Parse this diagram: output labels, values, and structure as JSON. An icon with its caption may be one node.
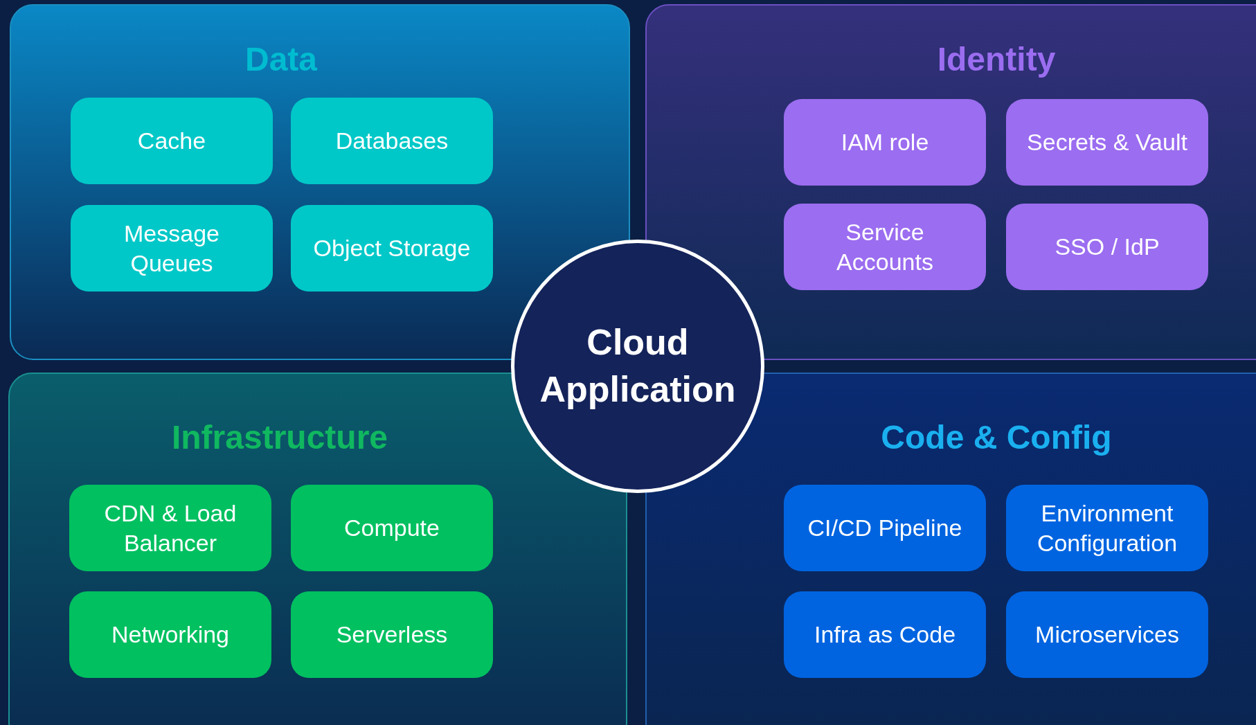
{
  "diagram": {
    "nodes": [
      {
        "text": [
          "Data"
        ]
      },
      {
        "text": [
          "Cache"
        ],
        "in": 0
      },
      {
        "text": [
          "Databases"
        ],
        "in": 0
      },
      {
        "text": [
          "Message Queues"
        ],
        "in": 0
      },
      {
        "text": [
          "Object Storage"
        ],
        "in": 0
      },
      {
        "text": [
          "Identity"
        ]
      },
      {
        "text": [
          "IAM role"
        ],
        "in": 5
      },
      {
        "text": [
          "Secrets & Vault"
        ],
        "in": 5
      },
      {
        "text": [
          "Service Accounts"
        ],
        "in": 5
      },
      {
        "text": [
          "SSO / IdP"
        ],
        "in": 5
      },
      {
        "text": [
          "Cloud Application"
        ]
      },
      {
        "text": [
          "Infrastructure"
        ]
      },
      {
        "text": [
          "CDN & Load Balancer"
        ],
        "in": 11
      },
      {
        "text": [
          "Compute"
        ],
        "in": 11
      },
      {
        "text": [
          "Networking"
        ],
        "in": 11
      },
      {
        "text": [
          "Serverless"
        ],
        "in": 11
      },
      {
        "text": [
          "Code & Config"
        ]
      },
      {
        "text": [
          "CI/CD Pipeline"
        ],
        "in": 16
      },
      {
        "text": [
          "Environment Configuration"
        ],
        "in": 16
      },
      {
        "text": [
          "Infra as Code"
        ],
        "in": 16
      },
      {
        "text": [
          "Microservices"
        ],
        "in": 16
      }
    ],
    "edges": []
  }
}
